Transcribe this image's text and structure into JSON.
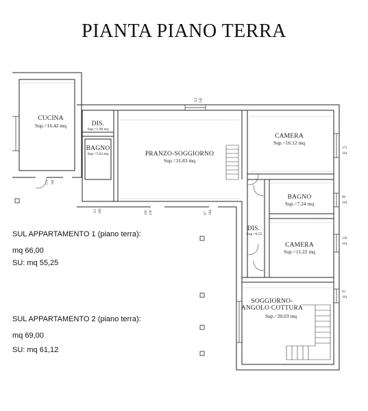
{
  "title": "PIANTA PIANO TERRA",
  "rooms": {
    "cucina": {
      "name": "CUCINA",
      "sup": "Sup.=16.42 mq"
    },
    "dis1": {
      "name": "DIS.",
      "sup": "Sup.=1.98 mq"
    },
    "bagno1": {
      "name": "BAGNO",
      "sup": "Sup.=5.04 mq"
    },
    "pranzo": {
      "name": "PRANZO-SOGGIORNO",
      "sup": "Sup.=31.83 mq"
    },
    "camera1": {
      "name": "CAMERA",
      "sup": "Sup.=16.12 mq"
    },
    "bagno2": {
      "name": "BAGNO",
      "sup": "Sup.=7.24 mq"
    },
    "dis2": {
      "name": "DIS.",
      "sup": "Sup.=6.55"
    },
    "camera2": {
      "name": "CAMERA",
      "sup": "Sup.=11.22 mq"
    },
    "soggiorno": {
      "name1": "SOGGIORNO-",
      "name2": "ANGOLO COTTURA",
      "sup": "Sup.=20.03 mq"
    }
  },
  "apartment1": {
    "label": "SUL APPARTAMENTO 1 (piano terra):",
    "sul": "mq 66,00",
    "su": "SU: mq 55,25"
  },
  "apartment2": {
    "label": "SUL APPARTAMENTO 2 (piano terra):",
    "sul": "mq 69,00",
    "su": "SU: mq 61,12"
  },
  "dimensions": {
    "win_right_1a": "171",
    "win_right_1b": "164",
    "win_right_2a": "90",
    "win_right_2b": "164",
    "win_right_3a": "130",
    "win_right_3b": "164",
    "win_right_4a": "95",
    "win_right_4b": "164",
    "door_bottom_a": "171",
    "door_bottom_b": "164",
    "top_a": "112",
    "top_b": "242",
    "dis_bottom_a": "111",
    "dis_bottom_b": "169",
    "mid_a": "100",
    "mid_b": "230",
    "mid2_a": "97",
    "mid2_b": "164"
  }
}
